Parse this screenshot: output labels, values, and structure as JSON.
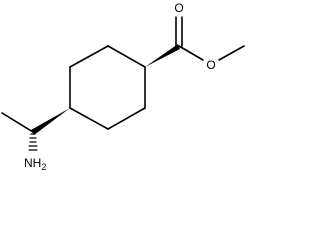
{
  "molecule": {
    "atoms": {
      "carbonyl_oxygen": "O",
      "ester_oxygen": "O",
      "amine": "NH",
      "amine_subscript": "2"
    }
  }
}
